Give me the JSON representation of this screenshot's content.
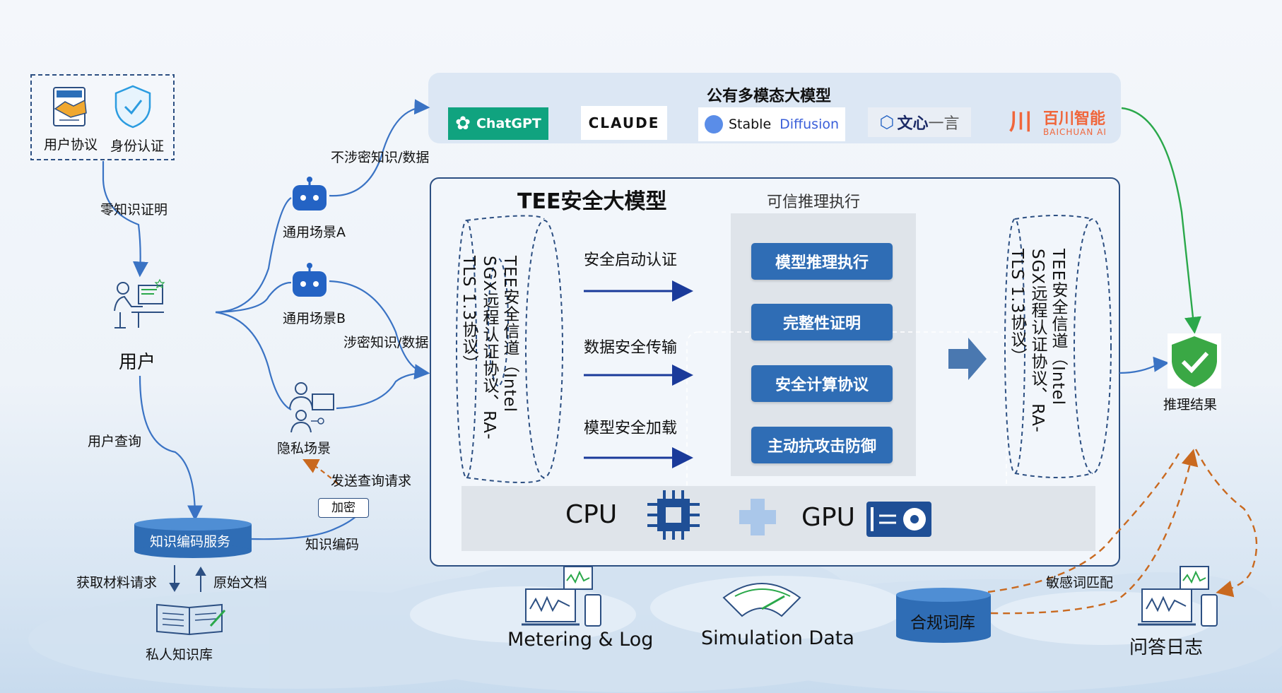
{
  "public_models": {
    "title": "公有多模态大模型",
    "items": [
      "ChatGPT",
      "CLAUDE",
      "Stable Diffusion",
      "文心一言",
      "百川智能"
    ],
    "chatgpt": "ChatGPT",
    "claude": "CLAUDE",
    "stable": "Stable",
    "diffusion": "Diffusion",
    "wenxin": "文心",
    "yiyan": "一言",
    "baichuan": "百川智能",
    "baichuan_en": "BAICHUAN AI"
  },
  "user_side": {
    "agreement": "用户协议",
    "identity": "身份认证",
    "zkp": "零知识证明",
    "user": "用户",
    "user_query": "用户查询",
    "knowledge_service": "知识编码服务",
    "get_material": "获取材料请求",
    "raw_doc": "原始文档",
    "private_kb": "私人知识库",
    "encode": "知识编码",
    "encrypt": "加密",
    "send_query": "发送查询请求"
  },
  "scenarios": {
    "a": "通用场景A",
    "b": "通用场景B",
    "private": "隐私场景",
    "non_sensitive": "不涉密知识/数据",
    "sensitive": "涉密知识/数据"
  },
  "tee": {
    "title": "TEE安全大模型",
    "trusted_exec": "可信推理执行",
    "channel_left": "TEE安全信道（Intel SGX远程认证协议、RA-TLS 1.3协议）",
    "channel_right": "TEE安全信道（Intel SGX远程认证协议、RA-TLS 1.3协议）",
    "steps": [
      "安全启动认证",
      "数据安全传输",
      "模型安全加载"
    ],
    "modules": [
      "模型推理执行",
      "完整性证明",
      "安全计算协议",
      "主动抗攻击防御"
    ],
    "cpu": "CPU",
    "gpu": "GPU"
  },
  "output": {
    "result": "推理结果",
    "sensitive_match": "敏感词匹配",
    "qa_log": "问答日志"
  },
  "bottom": {
    "metering": "Metering & Log",
    "simulation": "Simulation Data",
    "compliance": "合规词库"
  },
  "colors": {
    "accent_blue": "#2f6db5",
    "arrow_blue": "#3a73c4",
    "green": "#2aa84a",
    "orange": "#c9691f",
    "brand_teal": "#10a37f",
    "baichuan": "#f0663b"
  }
}
